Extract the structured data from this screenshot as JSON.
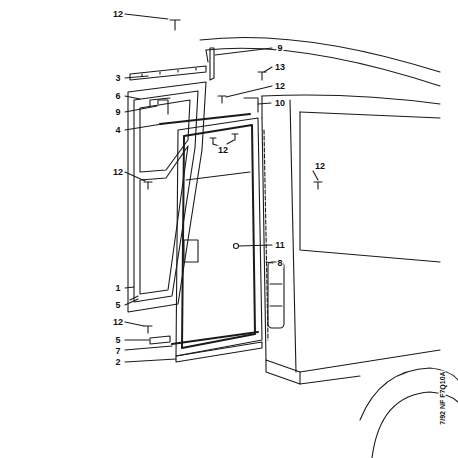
{
  "diagram": {
    "labels": [
      "12",
      "9",
      "3",
      "13",
      "6",
      "12",
      "9",
      "10",
      "4",
      "12",
      "12",
      "12",
      "11",
      "8",
      "1",
      "5",
      "12",
      "5",
      "7",
      "2",
      "7/92 NF F7Q10A"
    ]
  }
}
